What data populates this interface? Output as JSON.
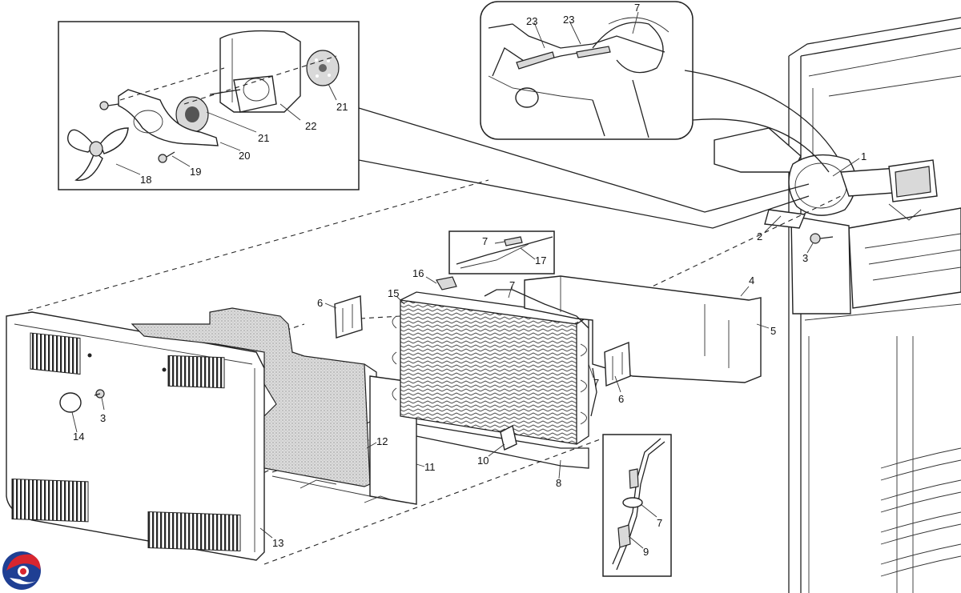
{
  "callouts": [
    {
      "id": "c1",
      "text": "1"
    },
    {
      "id": "c2",
      "text": "2"
    },
    {
      "id": "c3a",
      "text": "3"
    },
    {
      "id": "c3b",
      "text": "3"
    },
    {
      "id": "c4",
      "text": "4"
    },
    {
      "id": "c5",
      "text": "5"
    },
    {
      "id": "c6a",
      "text": "6"
    },
    {
      "id": "c6b",
      "text": "6"
    },
    {
      "id": "c7a",
      "text": "7"
    },
    {
      "id": "c7b",
      "text": "7"
    },
    {
      "id": "c7c",
      "text": "7"
    },
    {
      "id": "c7d",
      "text": "7"
    },
    {
      "id": "c7e",
      "text": "7"
    },
    {
      "id": "c8",
      "text": "8"
    },
    {
      "id": "c9",
      "text": "9"
    },
    {
      "id": "c10",
      "text": "10"
    },
    {
      "id": "c11",
      "text": "11"
    },
    {
      "id": "c12",
      "text": "12"
    },
    {
      "id": "c13",
      "text": "13"
    },
    {
      "id": "c14",
      "text": "14"
    },
    {
      "id": "c15",
      "text": "15"
    },
    {
      "id": "c16",
      "text": "16"
    },
    {
      "id": "c17",
      "text": "17"
    },
    {
      "id": "c18",
      "text": "18"
    },
    {
      "id": "c19",
      "text": "19"
    },
    {
      "id": "c20",
      "text": "20"
    },
    {
      "id": "c21a",
      "text": "21"
    },
    {
      "id": "c21b",
      "text": "21"
    },
    {
      "id": "c22",
      "text": "22"
    },
    {
      "id": "c23a",
      "text": "23"
    },
    {
      "id": "c23b",
      "text": "23"
    }
  ],
  "icons": {
    "logo": "swirl-logo-icon"
  },
  "colors": {
    "line": "#222222",
    "logo_blue": "#1f3f93",
    "logo_red": "#d7262f"
  }
}
